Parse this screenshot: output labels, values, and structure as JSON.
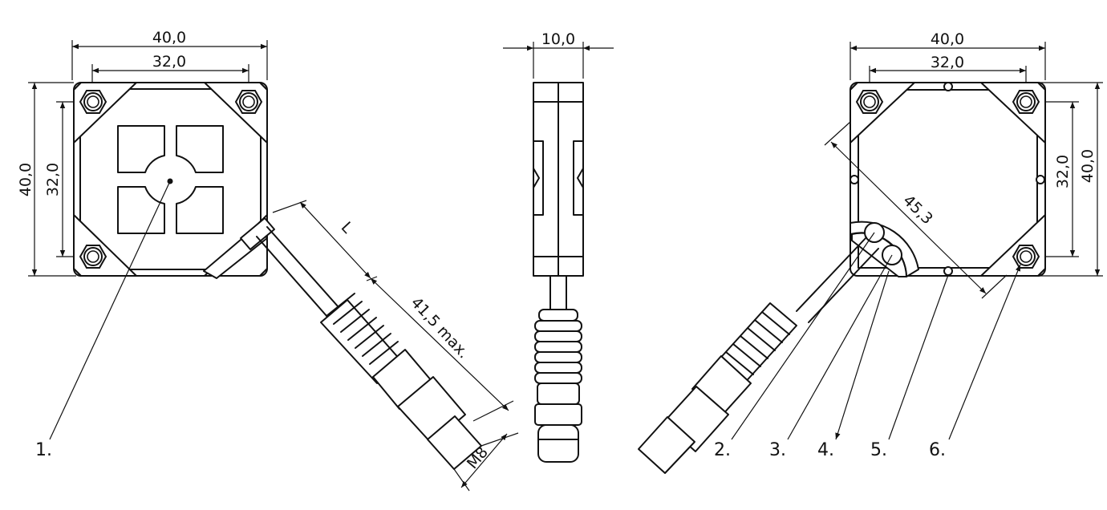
{
  "dimensions": {
    "front_width_outer": "40,0",
    "front_width_inner": "32,0",
    "front_height_outer": "40,0",
    "front_height_inner": "32,0",
    "cable_length": "L",
    "connector_length": "41,5 max.",
    "connector_thread": "M8",
    "side_thickness": "10,0",
    "back_width_outer": "40,0",
    "back_width_inner": "32,0",
    "back_height_inner": "32,0",
    "back_height_outer": "40,0",
    "diagonal": "45,3"
  },
  "labels": [
    "1.",
    "2.",
    "3.",
    "4.",
    "5.",
    "6."
  ]
}
